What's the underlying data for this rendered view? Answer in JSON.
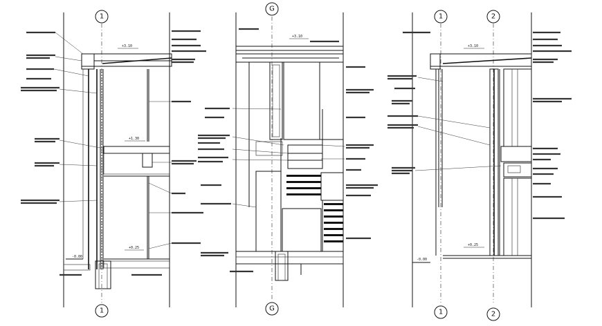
{
  "grid_bubbles": [
    {
      "id": "g1-top",
      "label": "1"
    },
    {
      "id": "g1-bot",
      "label": "1"
    },
    {
      "id": "gG-top",
      "label": "G"
    },
    {
      "id": "gG-bot",
      "label": "G"
    },
    {
      "id": "g1b-top",
      "label": "1"
    },
    {
      "id": "g1b-bot",
      "label": "1"
    },
    {
      "id": "g2-top",
      "label": "2"
    },
    {
      "id": "g2-bot",
      "label": "2"
    }
  ],
  "levels": {
    "roof_left": "+3.10",
    "mid_left": "+1.30",
    "floor_left": "+0.25",
    "ground_left": "-0.00",
    "roof_mid": "+3.10",
    "roof_right": "+3.10",
    "floor_right": "+0.25",
    "ground_right": "-0.00"
  },
  "colors": {
    "line": "#111111",
    "hatch": "#333333",
    "background": "#ffffff"
  }
}
